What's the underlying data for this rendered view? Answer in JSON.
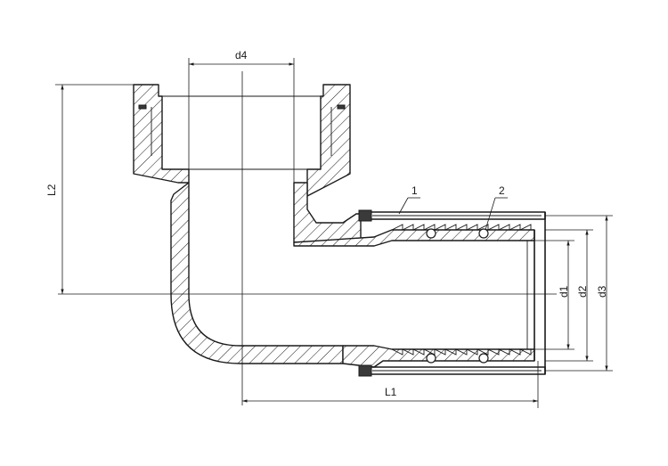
{
  "labels": {
    "d4": "d4",
    "l2": "L2",
    "l1": "L1",
    "d1": "d1",
    "d2": "d2",
    "d3": "d3",
    "part1": "1",
    "part2": "2"
  }
}
